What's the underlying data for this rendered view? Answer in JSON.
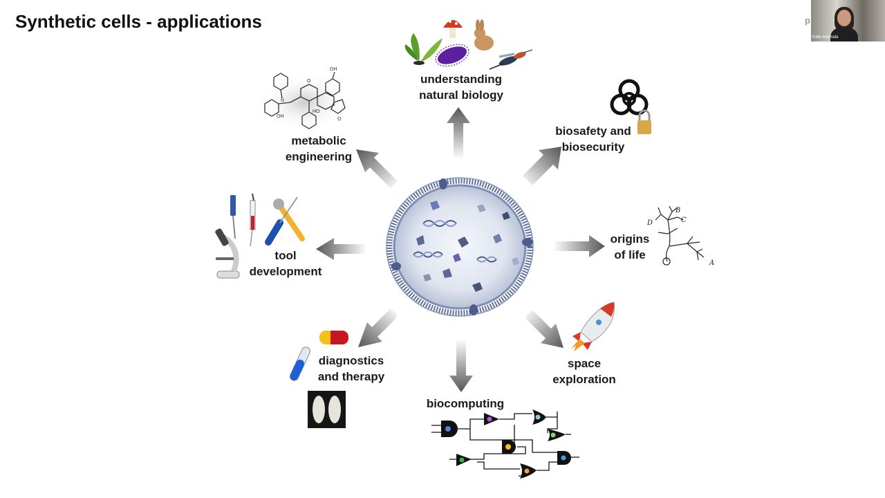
{
  "slide": {
    "title": "Synthetic cells - applications"
  },
  "nodes": {
    "natural_biology": {
      "line1": "understanding",
      "line2": "natural biology"
    },
    "biosafety": {
      "line1": "biosafety and",
      "line2": "biosecurity"
    },
    "metabolic": {
      "line1": "metabolic",
      "line2": "engineering"
    },
    "tool": {
      "line1": "tool",
      "line2": "development"
    },
    "origins": {
      "line1": "origins",
      "line2": "of life"
    },
    "diagnostics": {
      "line1": "diagnostics",
      "line2": "and therapy"
    },
    "space": {
      "line1": "space",
      "line2": "exploration"
    },
    "biocomputing": {
      "line1": "biocomputing"
    }
  },
  "tree_letters": [
    "D",
    "B",
    "C",
    "A"
  ],
  "video": {
    "name": "Kate Adamala",
    "corner_letter": "p"
  },
  "colors": {
    "arrow": "#555555",
    "membrane": "#6f7fa8",
    "cell_fill": "#dde2ee",
    "dna": "#4d5e8e"
  }
}
